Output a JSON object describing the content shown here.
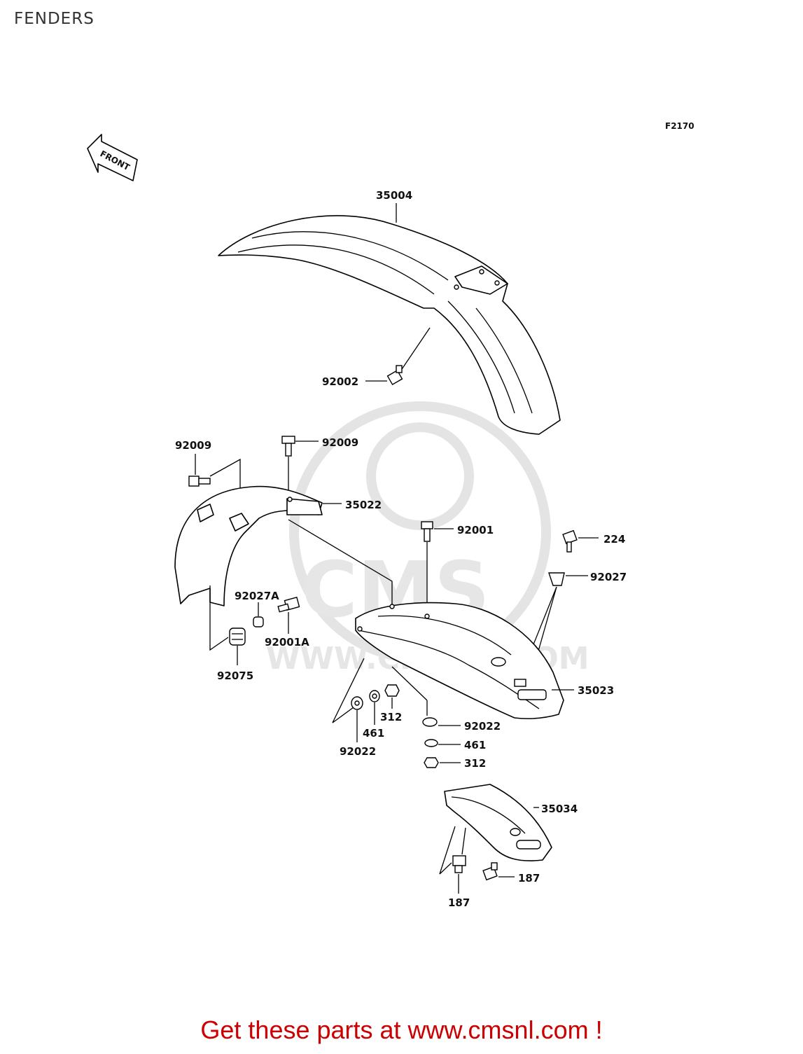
{
  "page": {
    "title": "FENDERS",
    "figure_code": "F2170",
    "front_indicator": "FRONT",
    "footer": "Get these parts at www.cmsnl.com !"
  },
  "watermark": {
    "brand": "CMS",
    "url": "WWW.CMSNL.COM"
  },
  "callouts": {
    "c35004": "35004",
    "c92002": "92002",
    "c92009_left": "92009",
    "c92009_top": "92009",
    "c35022": "35022",
    "c92001": "92001",
    "c224": "224",
    "c92027": "92027",
    "c92027A": "92027A",
    "c92001A": "92001A",
    "c92075": "92075",
    "c35023": "35023",
    "c312_a": "312",
    "c461_a": "461",
    "c92022_a": "92022",
    "c92022_b": "92022",
    "c461_b": "461",
    "c312_b": "312",
    "c35034": "35034",
    "c187_right": "187",
    "c187_bottom": "187"
  }
}
